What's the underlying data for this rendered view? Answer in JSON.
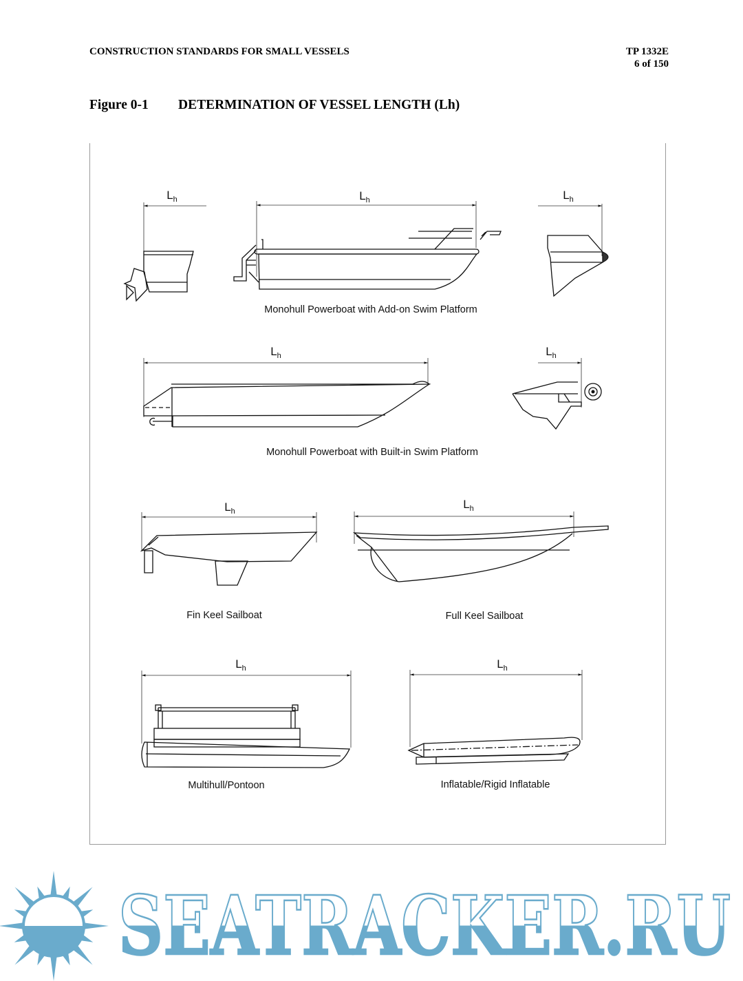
{
  "header": {
    "title": "CONSTRUCTION STANDARDS FOR SMALL VESSELS",
    "doc_id": "TP 1332E",
    "page": "6 of 150"
  },
  "figure": {
    "number": "Figure 0-1",
    "title": "DETERMINATION OF VESSEL LENGTH (Lh)",
    "dimension_symbol": {
      "main": "L",
      "sub": "h"
    },
    "captions": {
      "addon_platform": "Monohull Powerboat with Add-on Swim Platform",
      "builtin_platform": "Monohull Powerboat with Built-in Swim Platform",
      "fin_keel": "Fin Keel Sailboat",
      "full_keel": "Full Keel Sailboat",
      "pontoon": "Multihull/Pontoon",
      "inflatable": "Inflatable/Rigid Inflatable"
    }
  },
  "watermark": {
    "text": "SEATRACKER.RU",
    "color": "#6aabcc"
  }
}
